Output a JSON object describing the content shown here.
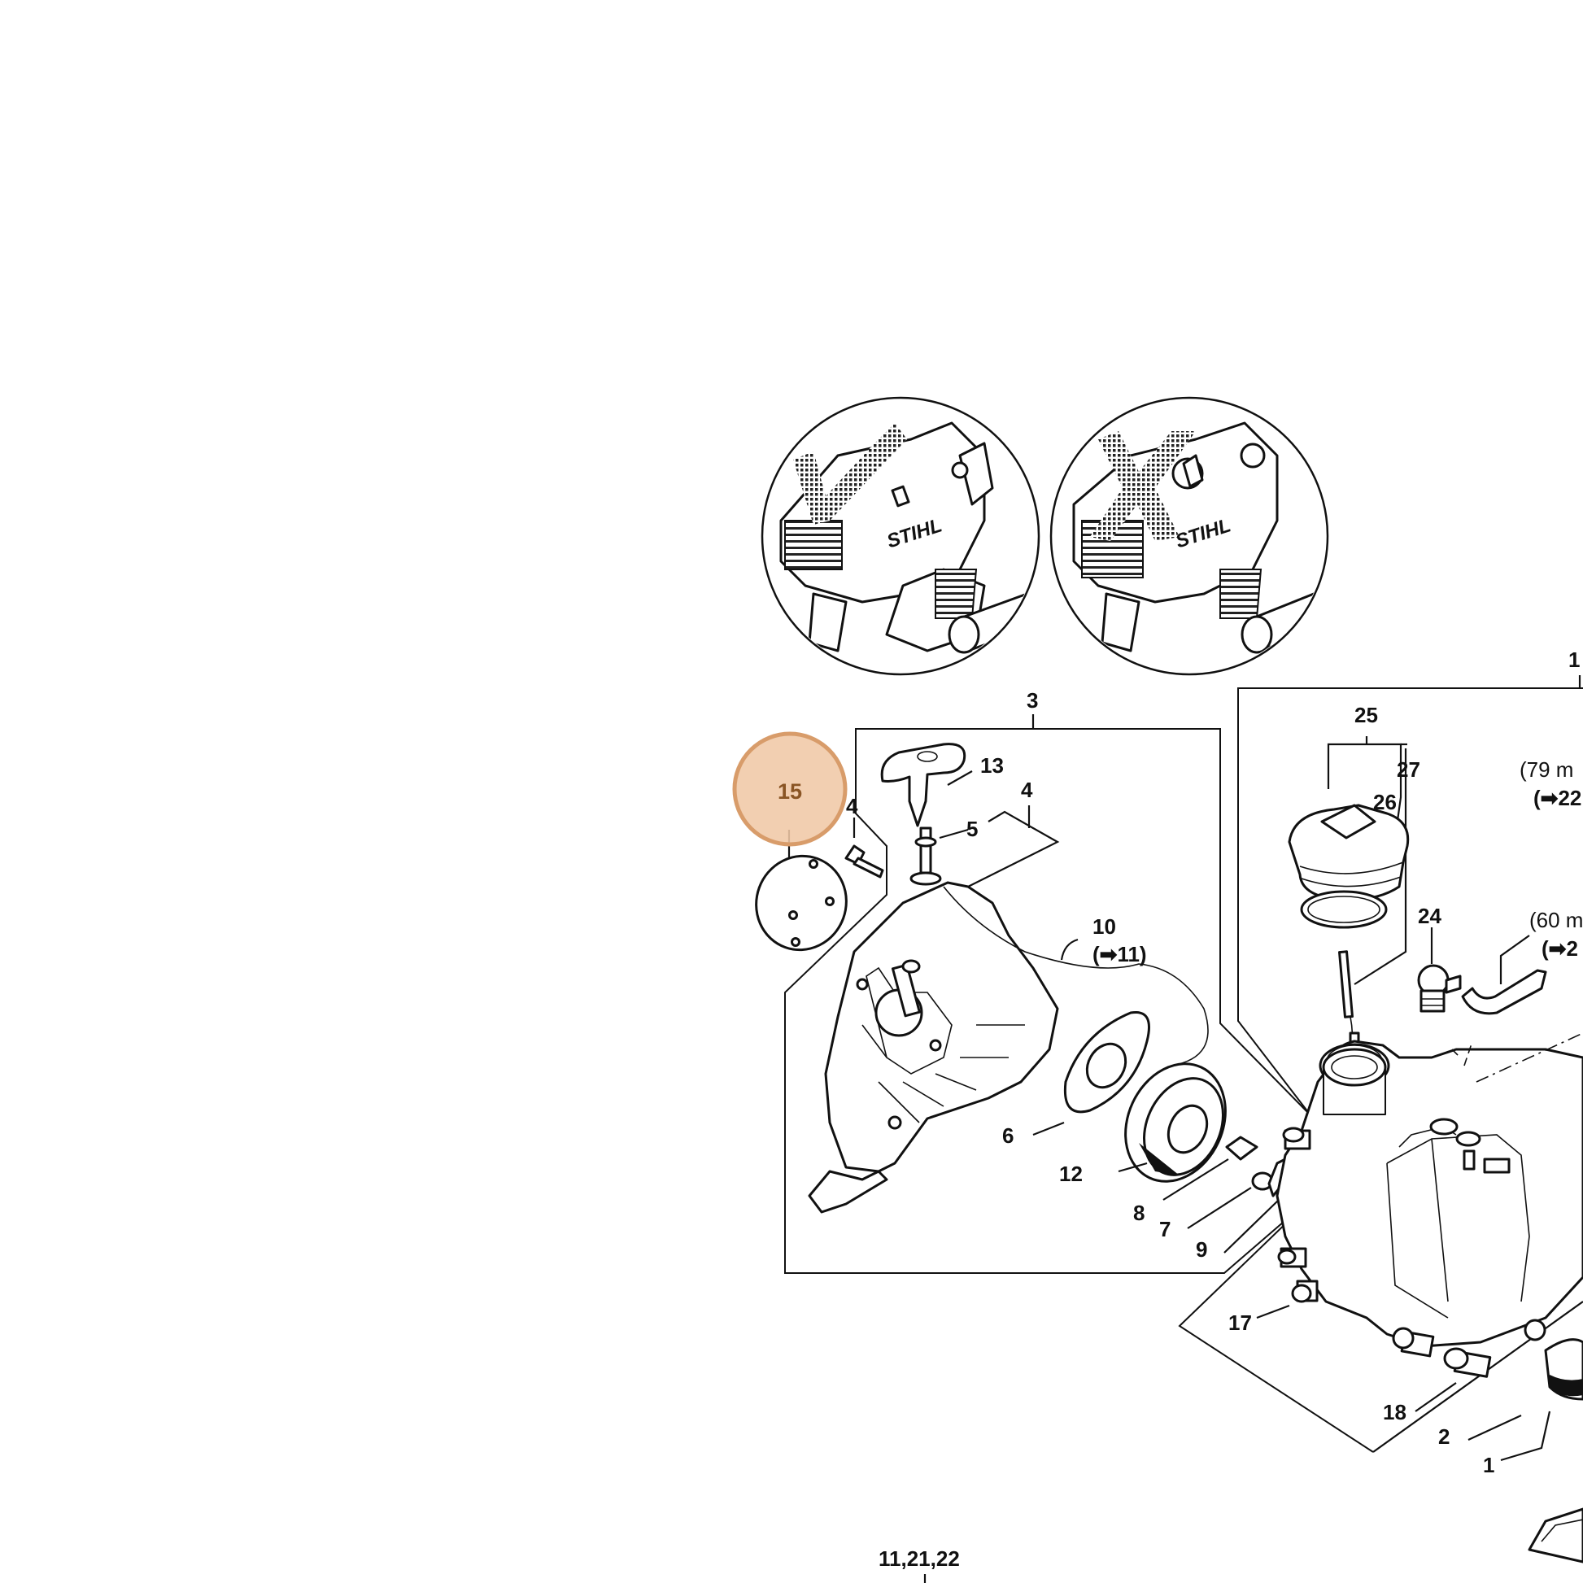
{
  "logo_text": "STIHL",
  "highlight": {
    "label": "15",
    "color": "#d89c6a",
    "fill": "#f0c8a6"
  },
  "labels": {
    "p3": "3",
    "p13": "13",
    "p4a": "4",
    "p4b": "4",
    "p5": "5",
    "p10": "10",
    "p10ref": "(➡11)",
    "p6": "6",
    "p12": "12",
    "p8": "8",
    "p7": "7",
    "p9": "9",
    "p25": "25",
    "p27": "27",
    "p26": "26",
    "p24": "24",
    "p79": "(79 m",
    "p79ref": "(➡22",
    "p60": "(60 m",
    "p60ref": "(➡2",
    "p16": "1",
    "p17": "17",
    "p18": "18",
    "p2": "2",
    "p1": "1",
    "p112122": "11,21,22"
  },
  "icons": {
    "approved_view": "check-mark-icon",
    "rejected_view": "cross-mark-icon"
  }
}
